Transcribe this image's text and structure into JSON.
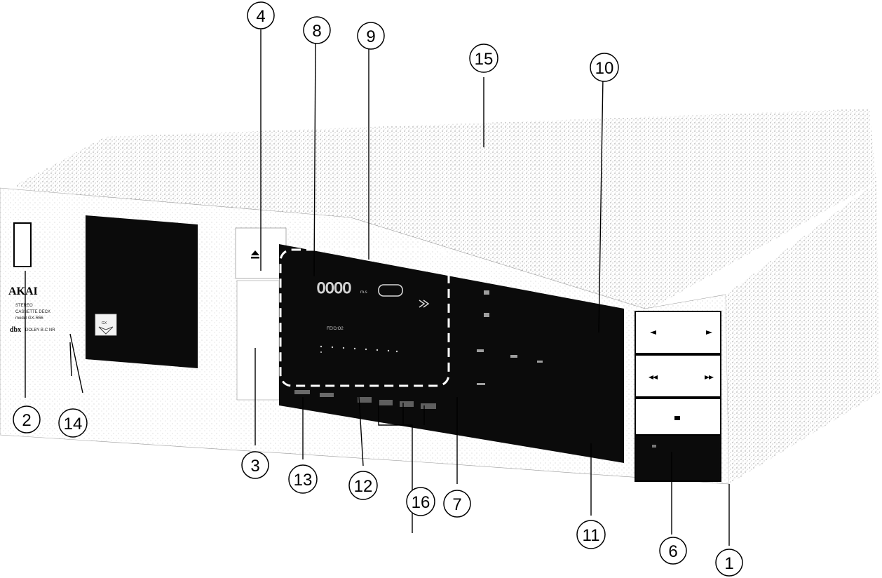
{
  "brand": {
    "name": "AKAI",
    "subtitle_lines": [
      "STEREO",
      "CASSETTE DECK",
      "model GX-R66"
    ],
    "dbx_label": "dbx",
    "dolby_label": "DOLBY B-C NR"
  },
  "display": {
    "counter": "0000",
    "counter_unit": "m.s",
    "tape_label": "FE/CrO2"
  },
  "callouts": [
    "1",
    "2",
    "3",
    "4",
    "6",
    "7",
    "8",
    "9",
    "10",
    "11",
    "12",
    "13",
    "14",
    "15",
    "16"
  ],
  "colors": {
    "background": "#ffffff",
    "chassis_stipple": "#8f8f8f",
    "panel": "#0b0b0b",
    "line": "#000000"
  },
  "icons": {
    "eject": "eject-icon",
    "logo_badge": "gx-head-badge-icon",
    "rewind": "rewind-icon",
    "forward": "fast-forward-icon"
  }
}
